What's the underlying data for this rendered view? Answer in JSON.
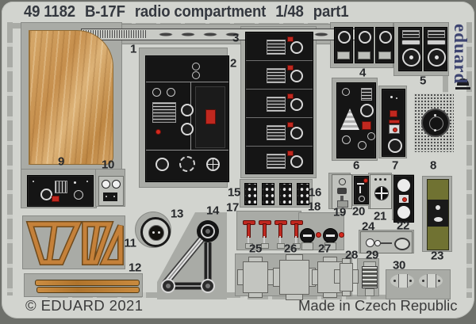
{
  "header": {
    "catalog": "49 1182",
    "aircraft": "B-17F",
    "title": "radio compartment",
    "scale": "1/48",
    "part": "part1"
  },
  "brand": {
    "logo": "eduard"
  },
  "footer": {
    "copyright": "© EDUARD 2021",
    "origin": "Made in Czech Republic"
  },
  "part_labels": [
    "1",
    "2",
    "3",
    "4",
    "5",
    "6",
    "7",
    "8",
    "9",
    "10",
    "11",
    "12",
    "13",
    "14",
    "15",
    "16",
    "17",
    "18",
    "19",
    "20",
    "21",
    "22",
    "23",
    "24",
    "25",
    "26",
    "27",
    "28",
    "29",
    "30"
  ],
  "colors": {
    "sheet": "#d2d4cf",
    "carrier_gray": "#a9aba6",
    "panel_dark": "#151515",
    "wood": "#cf9d5e",
    "truss_wood": "#c5813a",
    "accent_red": "#c0281f",
    "olive": "#707232",
    "brand_navy": "#3c4370",
    "text_dark": "#34383f"
  }
}
